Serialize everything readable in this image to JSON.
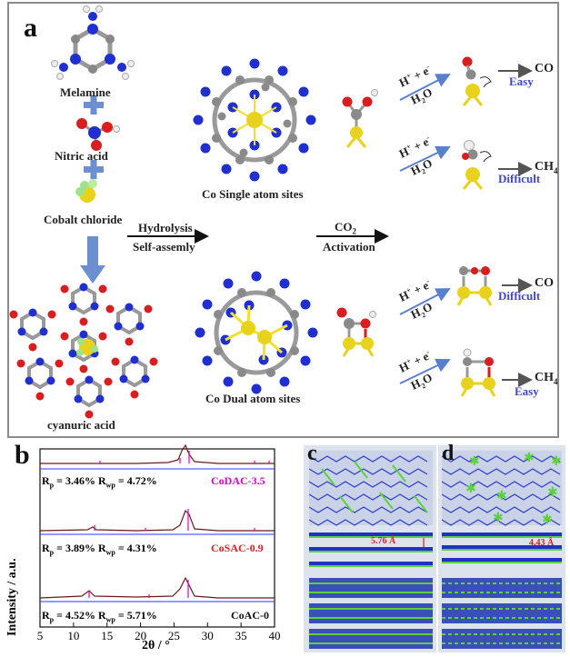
{
  "panel_a": {
    "letter": "a",
    "melamine": "Melamine",
    "nitric_acid": "Nitric acid",
    "cobalt_chloride": "Cobalt chloride",
    "cyanuric_acid": "cyanuric acid",
    "hydrolysis": "Hydrolysis",
    "self_assembly": "Self-assemly",
    "co2": "CO",
    "co2_sub": "2",
    "activation": "Activation",
    "single_sites": "Co Single atom sites",
    "dual_sites": "Co Dual atom sites",
    "products": [
      {
        "product": "CO",
        "difficulty": "Easy"
      },
      {
        "product": "CH",
        "product_sub": "4",
        "difficulty": "Difficult"
      },
      {
        "product": "CO",
        "difficulty": "Difficult"
      },
      {
        "product": "CH",
        "product_sub": "4",
        "difficulty": "Easy"
      }
    ],
    "arrow_top": "H",
    "arrow_top_sup1": "+",
    "arrow_top_mid": " + e",
    "arrow_top_sup2": "-",
    "arrow_bottom": "H",
    "arrow_bottom_sub": "2",
    "arrow_bottom_end": "O"
  },
  "panel_b": {
    "letter": "b",
    "ylabel": "Intensity / a.u.",
    "xlabel": "2θ / °",
    "xticks": [
      "5",
      "10",
      "15",
      "20",
      "25",
      "30",
      "35",
      "40"
    ],
    "samples": [
      {
        "name": "CoDAC-3.5",
        "rp": "3.46%",
        "rwp": "4.72%",
        "color": "#e000c8"
      },
      {
        "name": "CoSAC-0.9",
        "rp": "3.89%",
        "rwp": "4.31%",
        "color": "#e02020"
      },
      {
        "name": "CoAC-0",
        "rp": "4.52%",
        "rwp": "5.71%",
        "color": "#111111"
      }
    ],
    "rp_label": "R",
    "rp_sub": "p",
    "rwp_label": "R",
    "rwp_sub": "wp"
  },
  "panel_c": {
    "letter": "c",
    "spacing": "5.76 Å"
  },
  "panel_d": {
    "letter": "d",
    "spacing": "4.43 Å"
  },
  "colors": {
    "nitrogen": "#1f2fd0",
    "carbon": "#8a8a8a",
    "cobalt": "#e8d21c",
    "oxygen": "#d81e1e",
    "hydrogen": "#e6e6e6",
    "cobalt_bond": "#f0e030",
    "arrow_blue": "#6b8fd0"
  }
}
